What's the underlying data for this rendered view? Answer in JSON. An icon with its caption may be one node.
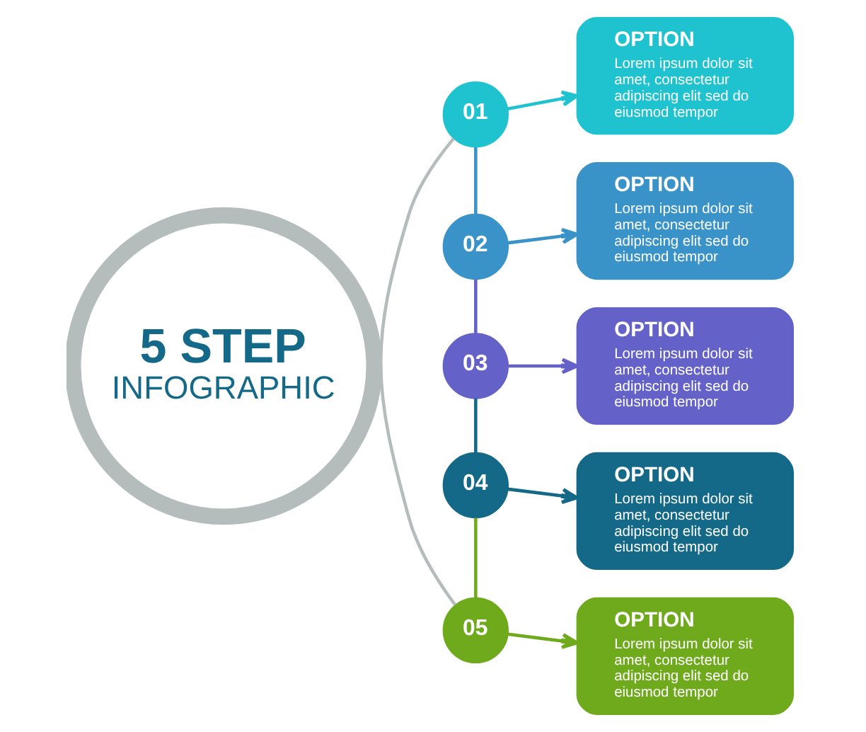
{
  "diagram": {
    "nodes": [
      {
        "text": [
          "5 STEP",
          "INFOGRAPHIC"
        ]
      },
      {
        "text": [
          "01"
        ]
      },
      {
        "text": [
          "02"
        ]
      },
      {
        "text": [
          "03"
        ]
      },
      {
        "text": [
          "04"
        ]
      },
      {
        "text": [
          "05"
        ]
      },
      {
        "text": [
          "OPTION",
          "Lorem ipsum dolor sit amet, consectetur adipiscing elit sed do eiusmod tempor"
        ]
      },
      {
        "text": [
          "OPTION",
          "Lorem ipsum dolor sit amet, consectetur adipiscing elit sed do eiusmod tempor"
        ]
      },
      {
        "text": [
          "OPTION",
          "Lorem ipsum dolor sit amet, consectetur adipiscing elit sed do eiusmod tempor"
        ]
      },
      {
        "text": [
          "OPTION",
          "Lorem ipsum dolor sit amet, consectetur adipiscing elit sed do eiusmod tempor"
        ]
      },
      {
        "text": [
          "OPTION",
          "Lorem ipsum dolor sit amet, consectetur adipiscing elit sed do eiusmod tempor"
        ]
      }
    ],
    "edges": [
      {
        "from": 1,
        "to": 2,
        "arrow": "none",
        "color": "#3a93c8"
      },
      {
        "from": 2,
        "to": 3,
        "arrow": "none",
        "color": "#6461c8"
      },
      {
        "from": 3,
        "to": 4,
        "arrow": "none",
        "color": "#136987"
      },
      {
        "from": 4,
        "to": 5,
        "arrow": "none",
        "color": "#6faa1d"
      },
      {
        "from": 5,
        "to": 1,
        "arrow": "none",
        "color": "#b4bcbc"
      },
      {
        "from": 1,
        "to": 6,
        "arrow": "to",
        "color": "#1fc3d0"
      },
      {
        "from": 2,
        "to": 7,
        "arrow": "to",
        "color": "#3a93c8"
      },
      {
        "from": 3,
        "to": 8,
        "arrow": "to",
        "color": "#6461c8"
      },
      {
        "from": 4,
        "to": 9,
        "arrow": "to",
        "color": "#136987"
      },
      {
        "from": 5,
        "to": 10,
        "arrow": "to",
        "color": "#6faa1d"
      }
    ]
  }
}
